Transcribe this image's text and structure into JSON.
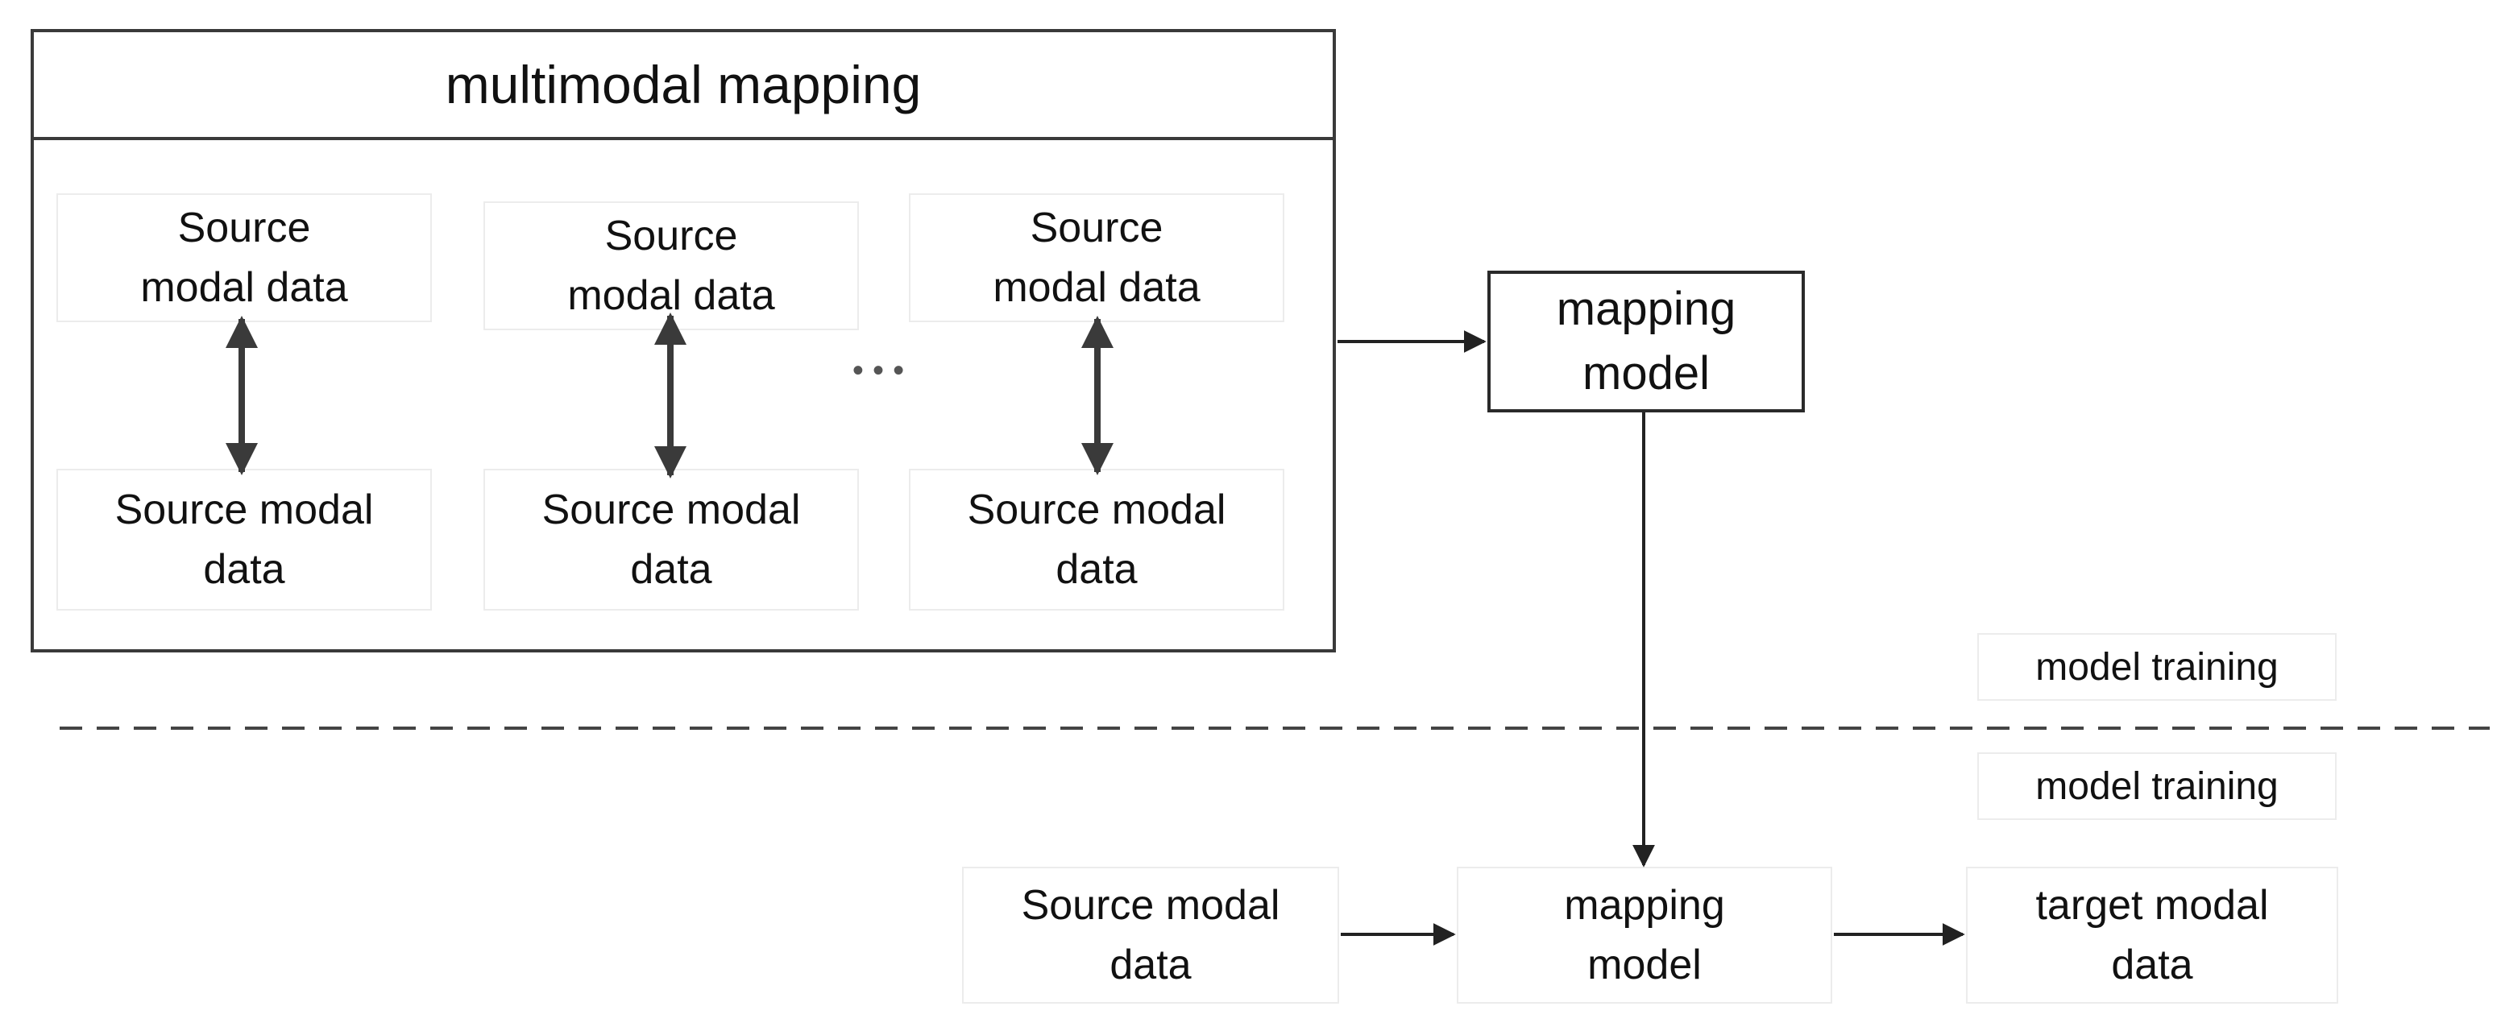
{
  "training": {
    "group_title": "multimodal mapping",
    "pairs": [
      {
        "top": "Source\nmodal data",
        "bottom": "Source modal\ndata"
      },
      {
        "top": "Source\nmodal data",
        "bottom": "Source modal\ndata"
      },
      {
        "top": "Source\nmodal data",
        "bottom": "Source modal\ndata"
      }
    ],
    "ellipsis": "• • •",
    "model_box": "mapping\nmodel",
    "phase_label": "model training"
  },
  "inference": {
    "phase_label": "model training",
    "input_box": "Source modal\ndata",
    "model_box": "mapping\nmodel",
    "output_box": "target modal\ndata"
  }
}
